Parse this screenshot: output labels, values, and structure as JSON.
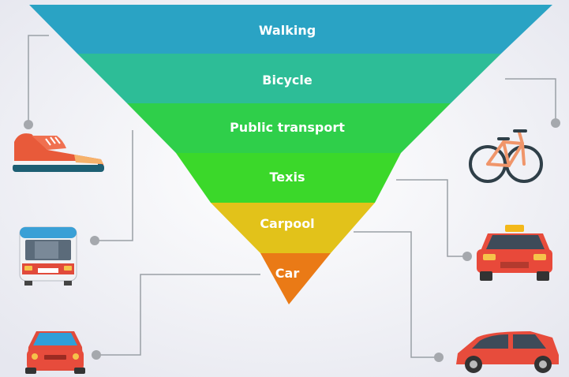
{
  "pyramid": {
    "levels": [
      {
        "label": "Walking",
        "color": "#2aa3c4"
      },
      {
        "label": "Bicycle",
        "color": "#2dbd97"
      },
      {
        "label": "Public transport",
        "color": "#2fcf4a"
      },
      {
        "label": "Texis",
        "color": "#3bd82a"
      },
      {
        "label": "Carpool",
        "color": "#e2c21a"
      },
      {
        "label": "Car",
        "color": "#ea7a16"
      }
    ]
  },
  "icons": [
    {
      "name": "sneaker-icon"
    },
    {
      "name": "bus-icon"
    },
    {
      "name": "car-icon"
    },
    {
      "name": "bicycle-icon"
    },
    {
      "name": "taxi-icon"
    },
    {
      "name": "hatchback-icon"
    }
  ],
  "colors": {
    "background": "#eeeef4",
    "connector": "#9aa0a6"
  }
}
